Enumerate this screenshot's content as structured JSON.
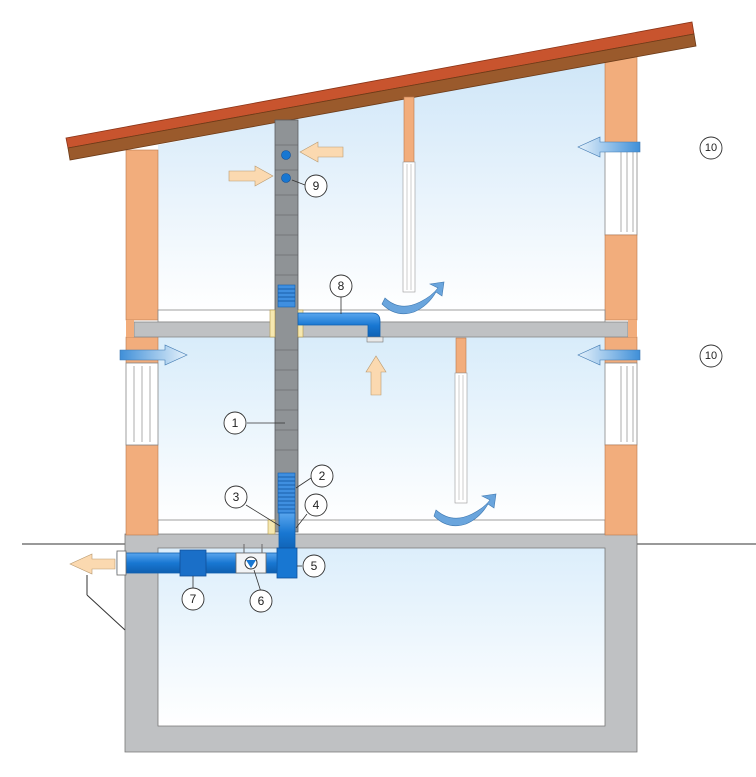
{
  "colors": {
    "roof": "#c8542e",
    "roof_under": "#9a5a2c",
    "brick": "#f2ad7c",
    "concrete": "#bfc1c3",
    "duct_gray": "#8f9396",
    "duct_blue": "#1877d2",
    "arrow_warm": "#fbd9b0",
    "arrow_cool": "#6aa5dd",
    "sky": "#d8ecfa",
    "line": "#333333"
  },
  "icons": {
    "air_in": "arrow-warm-icon",
    "air_out": "arrow-cool-icon",
    "airflow_curve": "curved-arrow-icon",
    "fan": "fan-icon"
  },
  "callouts": [
    "1",
    "2",
    "3",
    "4",
    "5",
    "6",
    "7",
    "8",
    "9",
    "10",
    "10"
  ]
}
